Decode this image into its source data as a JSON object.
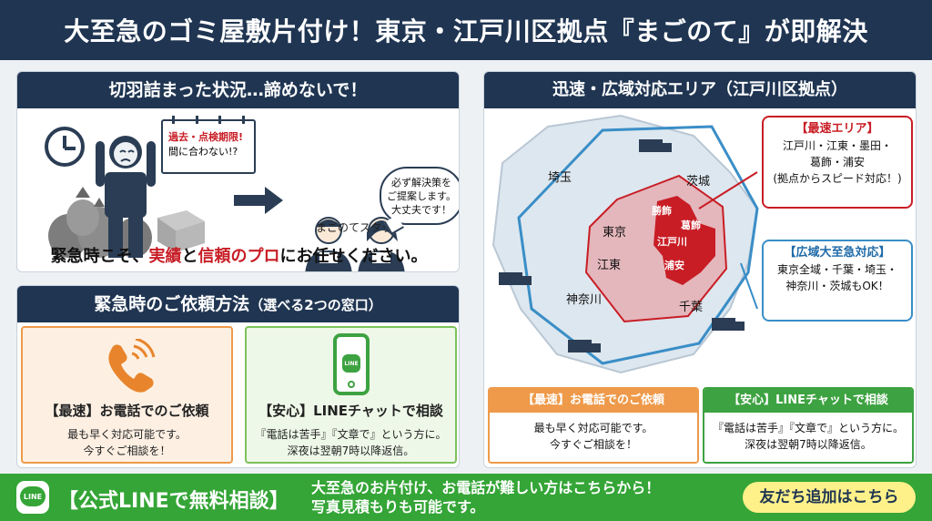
{
  "header": {
    "title": "大至急のゴミ屋敷片付け！東京・江戸川区拠点『まごのて』が即解決"
  },
  "situation": {
    "heading": "切羽詰まった状況…諦めないで！",
    "calendar_line1": "過去・点検期限!",
    "calendar_line2": "間に合わない!?",
    "bubble_line1": "必ず解決策を",
    "bubble_line2": "ご提案します。",
    "bubble_line3": "大丈夫です！",
    "staff_label": "まごのてスタッフ",
    "tagline_a": "緊急時こそ、",
    "tagline_b": "実績",
    "tagline_c": "と",
    "tagline_d": "信頼のプロ",
    "tagline_e": "にお任せください。"
  },
  "method": {
    "heading": "緊急時のご依頼方法",
    "heading_small": "（選べる2つの窓口）",
    "phone_title": "【最速】お電話でのご依頼",
    "phone_desc1": "最も早く対応可能です。",
    "phone_desc2": "今すぐご相談を！",
    "line_title": "【安心】LINEチャットで相談",
    "line_desc1": "『電話は苦手』『文章で』という方に。",
    "line_desc2": "深夜は翌朝7時以降返信。",
    "line_icon_label": "LINE"
  },
  "area": {
    "heading": "迅速・広域対応エリア（江戸川区拠点）",
    "map_labels": {
      "saitama": "埼玉",
      "ibaraki": "茨城",
      "tokyo": "東京",
      "koto": "江東",
      "kanagawa": "神奈川",
      "chiba": "千葉",
      "katsushika": "葛飾",
      "edogawa": "江戸川",
      "urayasu": "浦安",
      "katsushika2": "勝飾"
    },
    "fastest_title": "【最速エリア】",
    "fastest_line1": "江戸川・江東・墨田・",
    "fastest_line2": "葛飾・浦安",
    "fastest_line3": "(拠点からスピード対応！)",
    "wide_title": "【広域大至急対応】",
    "wide_line1": "東京全域・千葉・埼玉・",
    "wide_line2": "神奈川・茨城もOK！",
    "sub_phone_title": "【最速】お電話でのご依頼",
    "sub_phone_desc1": "最も早く対応可能です。",
    "sub_phone_desc2": "今すぐご相談を！",
    "sub_line_title": "【安心】LINEチャットで相談",
    "sub_line_desc1": "『電話は苦手』『文章で』という方に。",
    "sub_line_desc2": "深夜は翌朝7時以降返信。"
  },
  "footer": {
    "logo_label": "LINE",
    "title": "【公式LINEで無料相談】",
    "text_line1": "大至急のお片付け、お電話が難しい方はこちらから！",
    "text_line2": "写真見積もりも可能です。",
    "button_label": "友だち追加はこちら"
  },
  "colors": {
    "navy": "#1f3552",
    "red": "#c81d25",
    "orange": "#ee9a4a",
    "green": "#3da241",
    "blue": "#3a8ec7",
    "yellow": "#fff18a"
  }
}
